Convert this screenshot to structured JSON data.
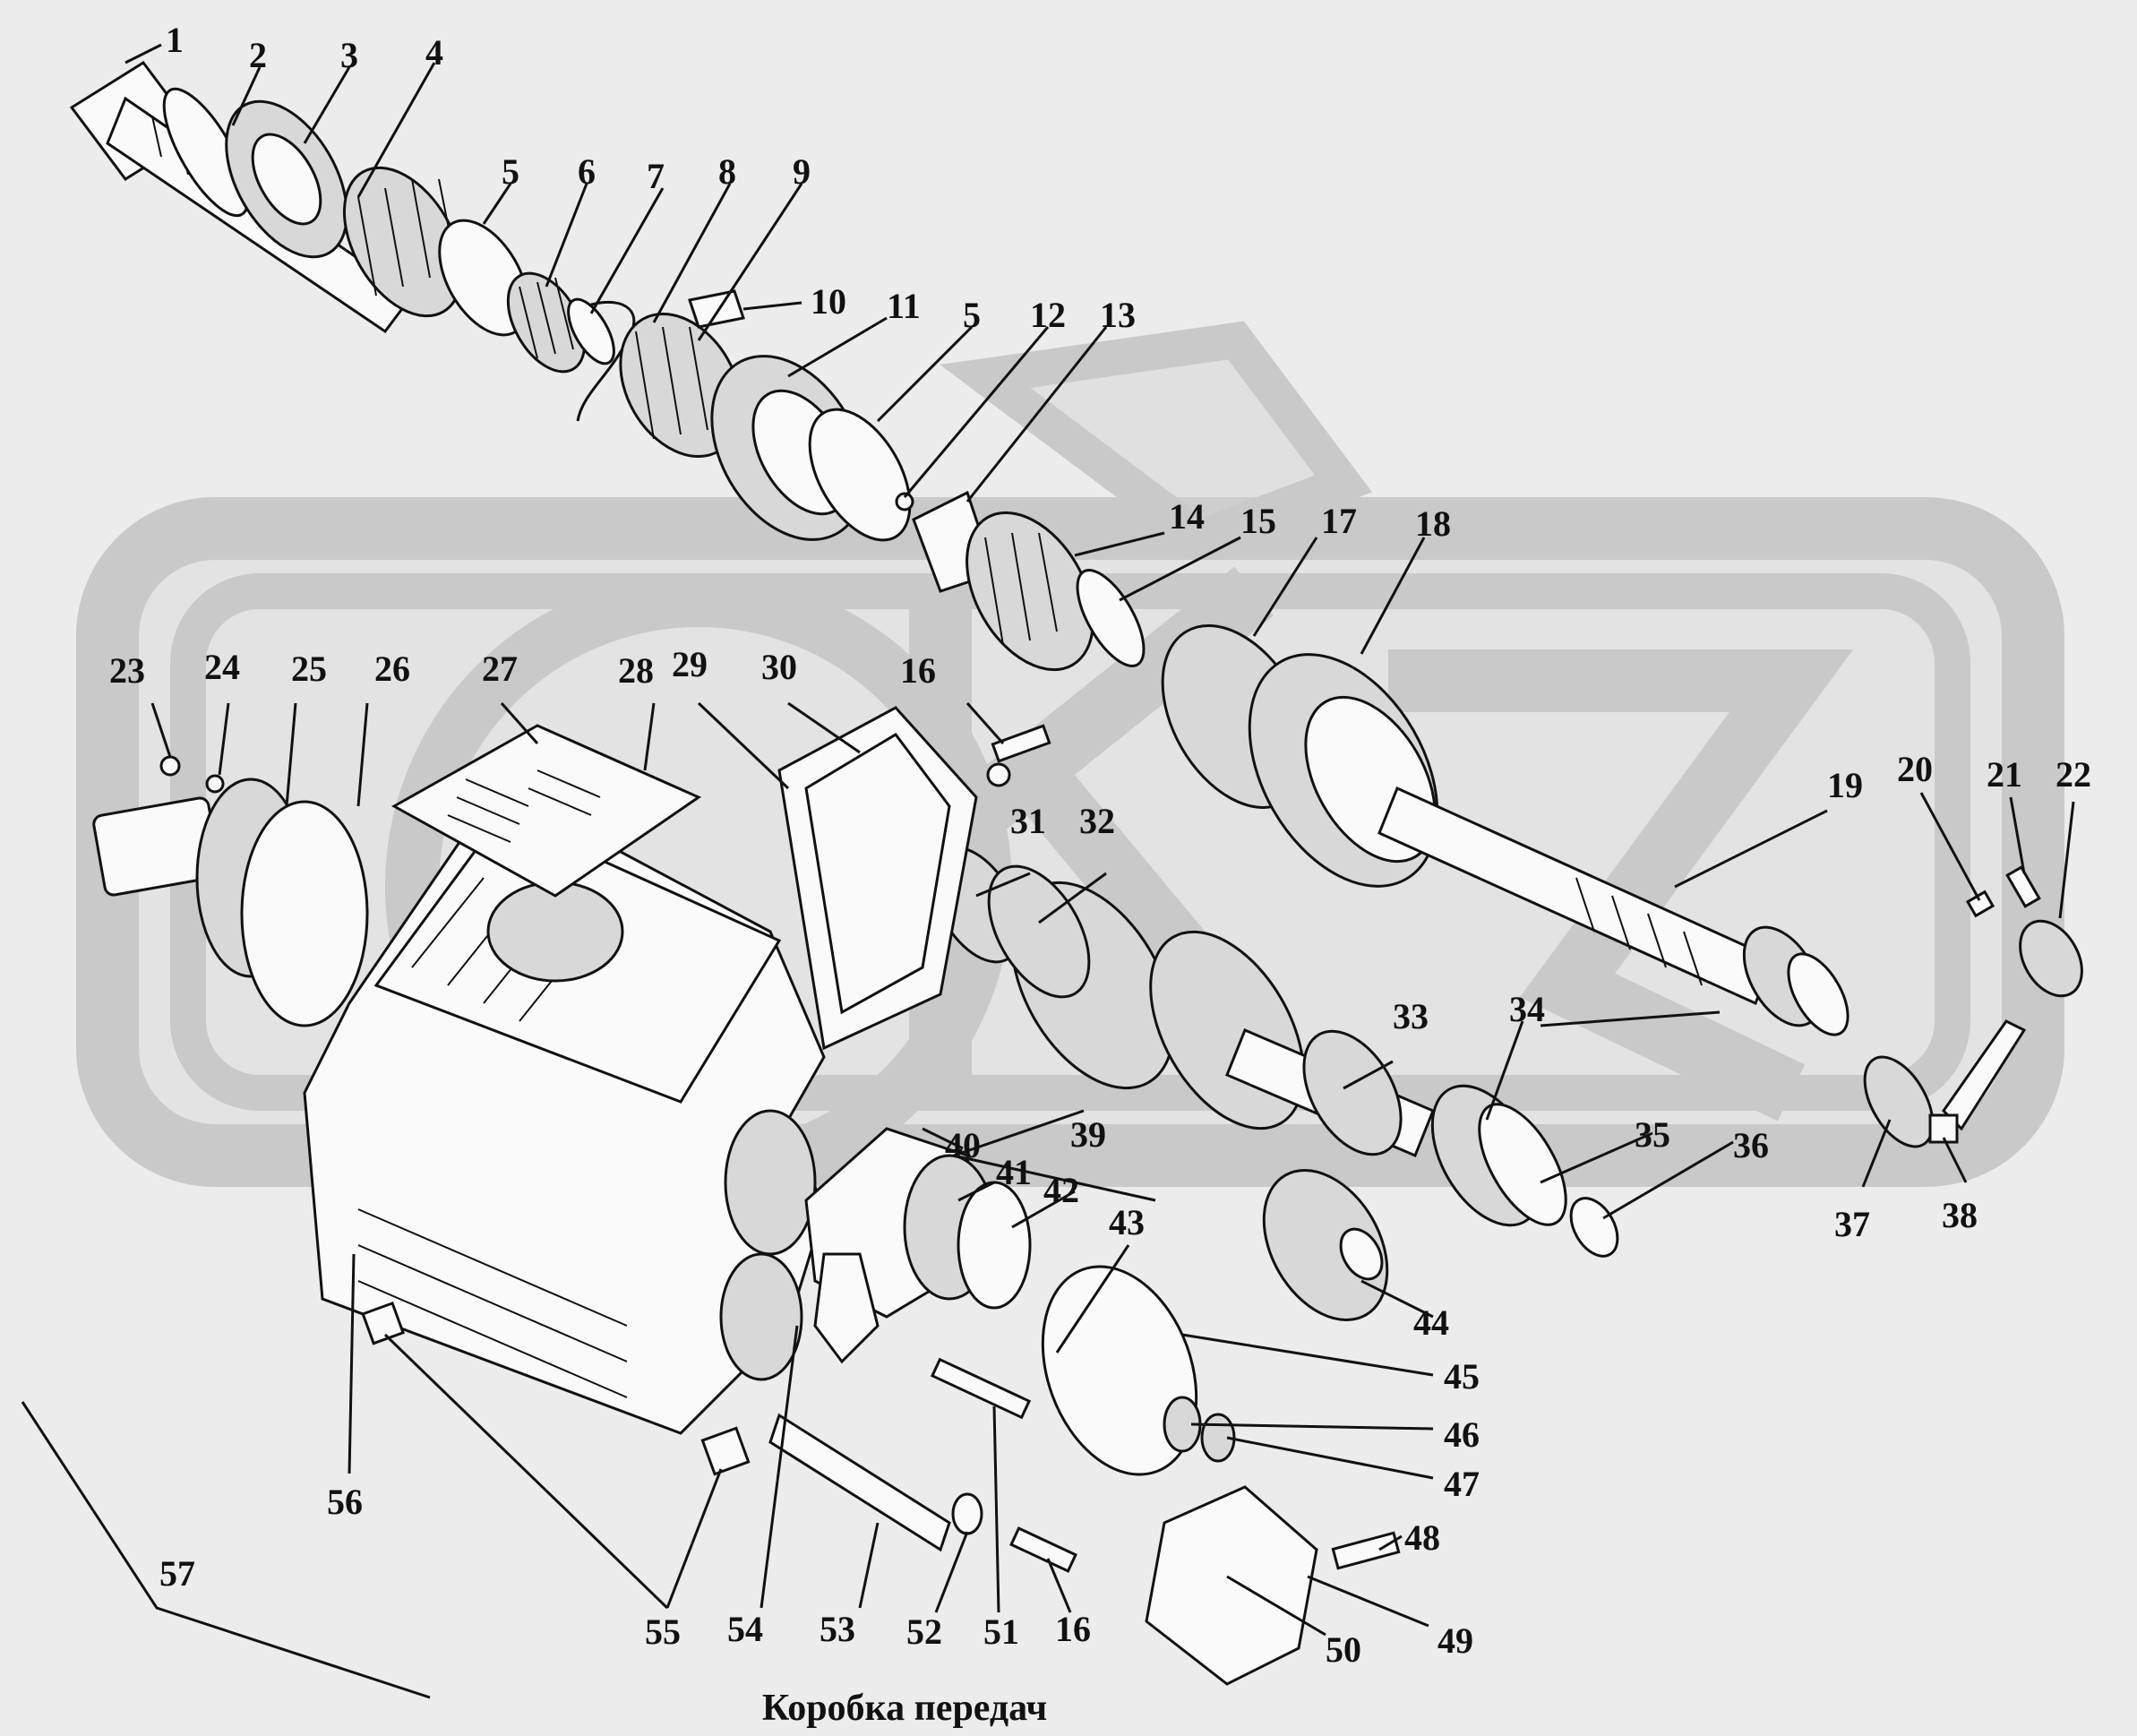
{
  "caption": "Коробка передач",
  "colors": {
    "background": "#ececec",
    "watermark": "#c9c9c9",
    "ink": "#111111"
  },
  "callouts": [
    {
      "id": "c1",
      "label": "1"
    },
    {
      "id": "c2",
      "label": "2"
    },
    {
      "id": "c3",
      "label": "3"
    },
    {
      "id": "c4",
      "label": "4"
    },
    {
      "id": "c5a",
      "label": "5"
    },
    {
      "id": "c6",
      "label": "6"
    },
    {
      "id": "c7",
      "label": "7"
    },
    {
      "id": "c8",
      "label": "8"
    },
    {
      "id": "c9",
      "label": "9"
    },
    {
      "id": "c10",
      "label": "10"
    },
    {
      "id": "c11",
      "label": "11"
    },
    {
      "id": "c5b",
      "label": "5"
    },
    {
      "id": "c12",
      "label": "12"
    },
    {
      "id": "c13",
      "label": "13"
    },
    {
      "id": "c14",
      "label": "14"
    },
    {
      "id": "c15",
      "label": "15"
    },
    {
      "id": "c17",
      "label": "17"
    },
    {
      "id": "c18",
      "label": "18"
    },
    {
      "id": "c19",
      "label": "19"
    },
    {
      "id": "c20",
      "label": "20"
    },
    {
      "id": "c21",
      "label": "21"
    },
    {
      "id": "c22",
      "label": "22"
    },
    {
      "id": "c23",
      "label": "23"
    },
    {
      "id": "c24",
      "label": "24"
    },
    {
      "id": "c25",
      "label": "25"
    },
    {
      "id": "c26",
      "label": "26"
    },
    {
      "id": "c27",
      "label": "27"
    },
    {
      "id": "c28",
      "label": "28"
    },
    {
      "id": "c29",
      "label": "29"
    },
    {
      "id": "c30",
      "label": "30"
    },
    {
      "id": "c16a",
      "label": "16"
    },
    {
      "id": "c31",
      "label": "31"
    },
    {
      "id": "c32",
      "label": "32"
    },
    {
      "id": "c33",
      "label": "33"
    },
    {
      "id": "c34",
      "label": "34"
    },
    {
      "id": "c35",
      "label": "35"
    },
    {
      "id": "c36",
      "label": "36"
    },
    {
      "id": "c37",
      "label": "37"
    },
    {
      "id": "c38",
      "label": "38"
    },
    {
      "id": "c39",
      "label": "39"
    },
    {
      "id": "c40",
      "label": "40"
    },
    {
      "id": "c41",
      "label": "41"
    },
    {
      "id": "c42",
      "label": "42"
    },
    {
      "id": "c43",
      "label": "43"
    },
    {
      "id": "c44",
      "label": "44"
    },
    {
      "id": "c45",
      "label": "45"
    },
    {
      "id": "c46",
      "label": "46"
    },
    {
      "id": "c47",
      "label": "47"
    },
    {
      "id": "c48",
      "label": "48"
    },
    {
      "id": "c49",
      "label": "49"
    },
    {
      "id": "c50",
      "label": "50"
    },
    {
      "id": "c16b",
      "label": "16"
    },
    {
      "id": "c51",
      "label": "51"
    },
    {
      "id": "c52",
      "label": "52"
    },
    {
      "id": "c53",
      "label": "53"
    },
    {
      "id": "c54",
      "label": "54"
    },
    {
      "id": "c55",
      "label": "55"
    },
    {
      "id": "c56",
      "label": "56"
    },
    {
      "id": "c57",
      "label": "57"
    }
  ]
}
